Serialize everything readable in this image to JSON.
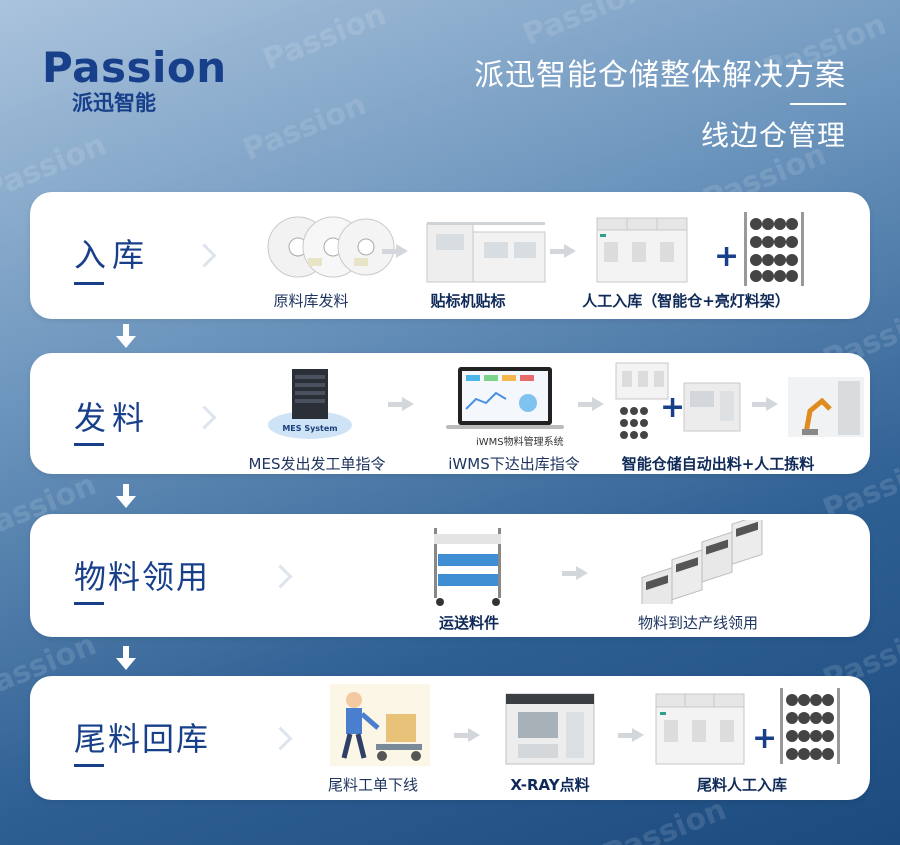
{
  "brand": {
    "logo_word": "Passion",
    "logo_cn": "派迅智能",
    "watermark": "Passion"
  },
  "header": {
    "title": "派迅智能仓储整体解决方案",
    "subtitle": "线边仓管理"
  },
  "sections": [
    {
      "title": "入库",
      "steps": [
        {
          "label": "原料库发料",
          "bold": false
        },
        {
          "label": "贴标机贴标",
          "bold": true
        },
        {
          "label": "人工入库（智能仓+亮灯料架）",
          "bold": true
        }
      ]
    },
    {
      "title": "发料",
      "steps": [
        {
          "label": "MES发出发工单指令",
          "bold": false,
          "image_text": "MES System"
        },
        {
          "label": "iWMS下达出库指令",
          "bold": false,
          "image_text": "iWMS物料管理系统"
        },
        {
          "label": "智能仓储自动出料+人工拣料",
          "bold": true
        }
      ]
    },
    {
      "title": "物料领用",
      "steps": [
        {
          "label": "运送料件",
          "bold": true
        },
        {
          "label": "物料到达产线领用",
          "bold": false
        }
      ]
    },
    {
      "title": "尾料回库",
      "steps": [
        {
          "label": "尾料工单下线",
          "bold": false
        },
        {
          "label": "X-RAY点料",
          "bold": true
        },
        {
          "label": "尾料人工入库",
          "bold": true
        }
      ]
    }
  ],
  "plus_sign": "+",
  "colors": {
    "brand_blue": "#173f8a",
    "card_bg": "#ffffff",
    "arrow_gray": "#d3d6da"
  }
}
